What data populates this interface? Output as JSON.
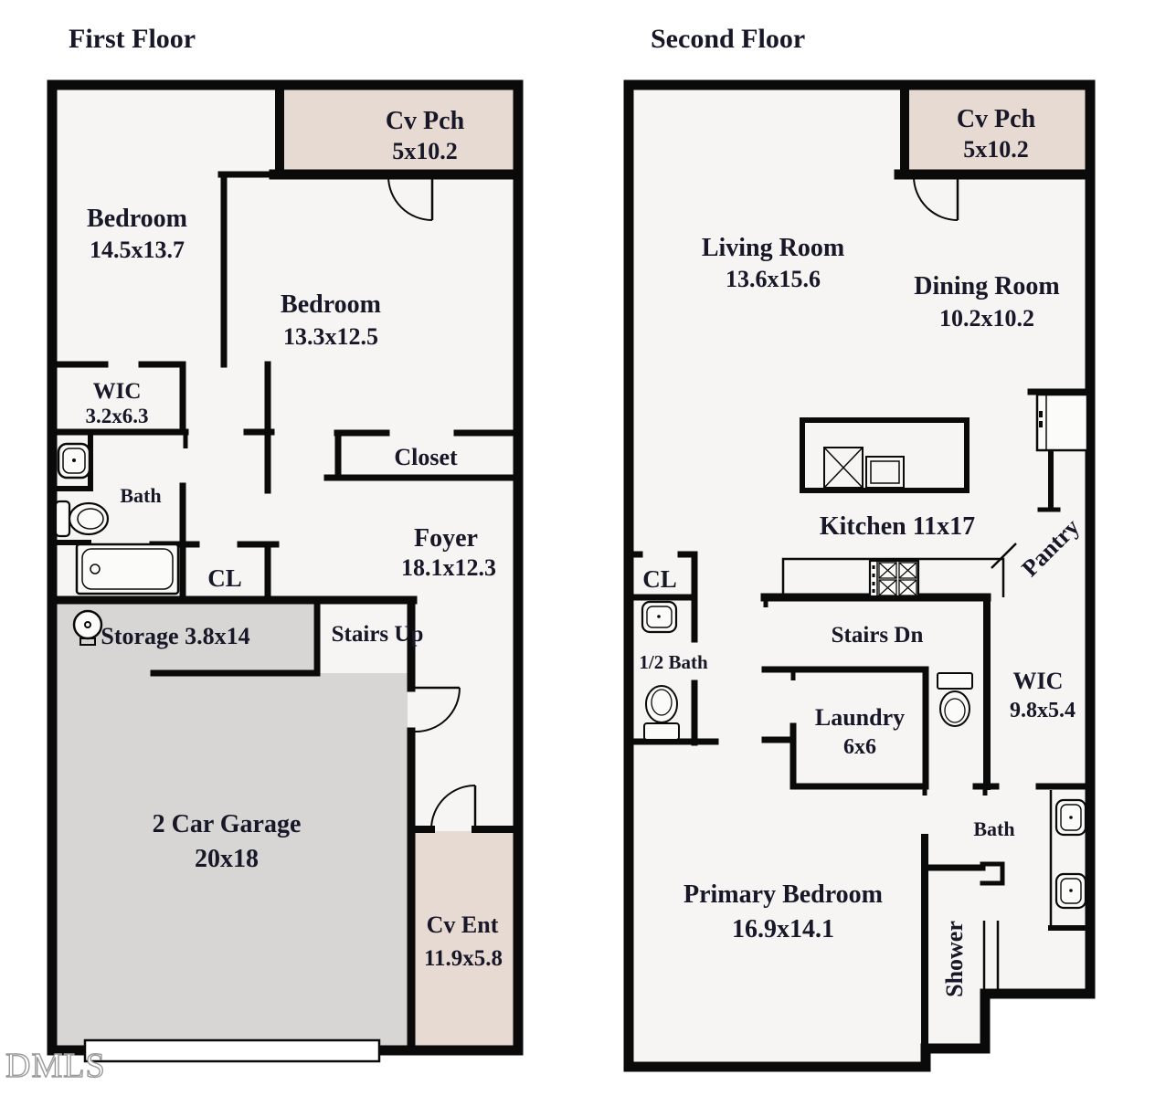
{
  "watermark": "DMLS",
  "colors": {
    "wall": "#0a0a0a",
    "room": "#f6f5f3",
    "garage": "#d7d6d4",
    "porch": "#e7dad2",
    "text": "#171727",
    "watermark_stroke": "#9a9a9a",
    "fixture_fill": "#fbfbfa"
  },
  "first_floor": {
    "title": "First Floor",
    "labels": {
      "cv_pch": {
        "name": "Cv Pch",
        "dims": "5x10.2"
      },
      "bedroom1": {
        "name": "Bedroom",
        "dims": "14.5x13.7"
      },
      "bedroom2": {
        "name": "Bedroom",
        "dims": "13.3x12.5"
      },
      "wic": {
        "name": "WIC",
        "dims": "3.2x6.3"
      },
      "bath": {
        "name": "Bath"
      },
      "closet": {
        "name": "Closet"
      },
      "cl": {
        "name": "CL"
      },
      "foyer": {
        "name": "Foyer",
        "dims": "18.1x12.3"
      },
      "storage": {
        "name": "Storage 3.8x14"
      },
      "stairs": {
        "name": "Stairs Up"
      },
      "garage": {
        "name": "2 Car Garage",
        "dims": "20x18"
      },
      "cv_ent": {
        "name": "Cv Ent",
        "dims": "11.9x5.8"
      }
    }
  },
  "second_floor": {
    "title": "Second Floor",
    "labels": {
      "cv_pch": {
        "name": "Cv Pch",
        "dims": "5x10.2"
      },
      "living": {
        "name": "Living Room",
        "dims": "13.6x15.6"
      },
      "dining": {
        "name": "Dining Room",
        "dims": "10.2x10.2"
      },
      "kitchen": {
        "name": "Kitchen 11x17"
      },
      "pantry": {
        "name": "Pantry"
      },
      "cl": {
        "name": "CL"
      },
      "half_bath": {
        "name": "1/2 Bath"
      },
      "stairs": {
        "name": "Stairs Dn"
      },
      "laundry": {
        "name": "Laundry",
        "dims": "6x6"
      },
      "wic": {
        "name": "WIC",
        "dims": "9.8x5.4"
      },
      "bath": {
        "name": "Bath"
      },
      "shower": {
        "name": "Shower"
      },
      "primary": {
        "name": "Primary Bedroom",
        "dims": "16.9x14.1"
      }
    }
  }
}
